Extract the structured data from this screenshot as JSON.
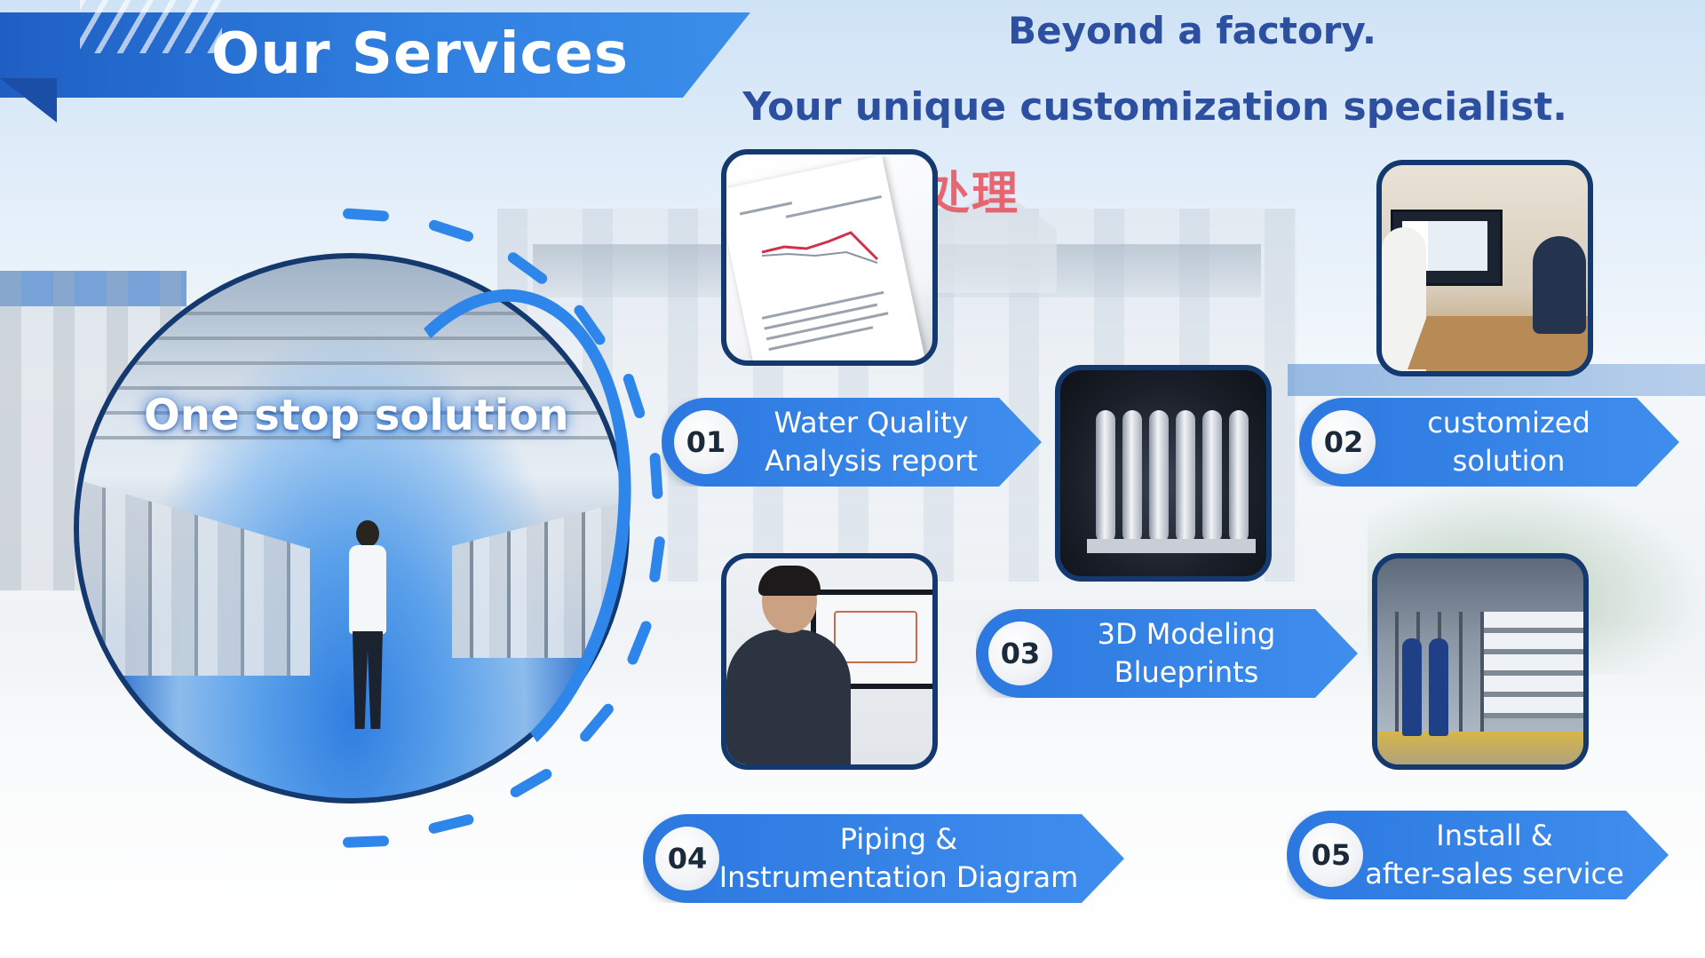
{
  "header": {
    "title": "Our Services",
    "tagline_line1": "Beyond a factory.",
    "tagline_line2": "Your unique customization specialist."
  },
  "background": {
    "sign_chars": "处理"
  },
  "hero": {
    "label": "One stop solution"
  },
  "services": [
    {
      "number": "01",
      "line1": "Water Quality",
      "line2": "Analysis report"
    },
    {
      "number": "02",
      "line1": "customized",
      "line2": "solution"
    },
    {
      "number": "03",
      "line1": "3D Modeling",
      "line2": "Blueprints"
    },
    {
      "number": "04",
      "line1": "Piping &",
      "line2": "Instrumentation Diagram"
    },
    {
      "number": "05",
      "line1": "Install &",
      "line2": "after-sales service"
    }
  ],
  "colors": {
    "primary_blue": "#2f7fe0",
    "dark_navy": "#14396f",
    "tagline_blue": "#2d4fa0",
    "accent_red": "#e6505a"
  },
  "icons": {
    "report_photo": "water-quality-report-image",
    "meeting_photo": "consultation-meeting-image",
    "model_photo": "3d-tank-model-image",
    "engineer_photo": "engineer-drafting-image",
    "plant_photo": "installed-plant-image"
  }
}
